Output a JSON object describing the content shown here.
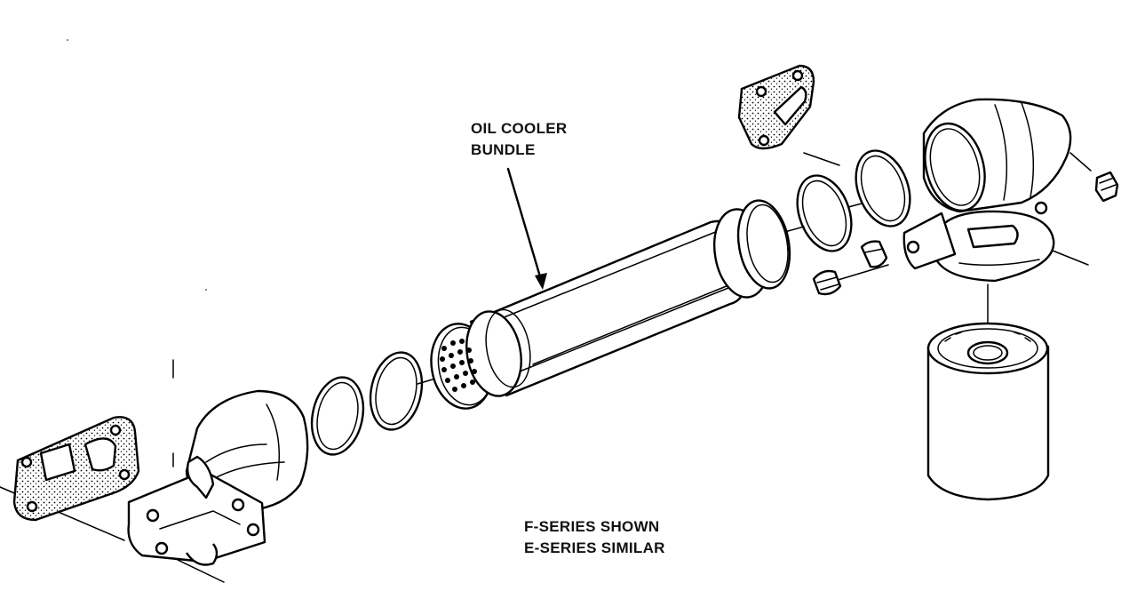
{
  "callout": {
    "line1": "OIL COOLER",
    "line2": "BUNDLE"
  },
  "caption": {
    "line1": "F-SERIES SHOWN",
    "line2": "E-SERIES SIMILAR"
  },
  "colors": {
    "ink": "#000000",
    "paper": "#ffffff"
  }
}
